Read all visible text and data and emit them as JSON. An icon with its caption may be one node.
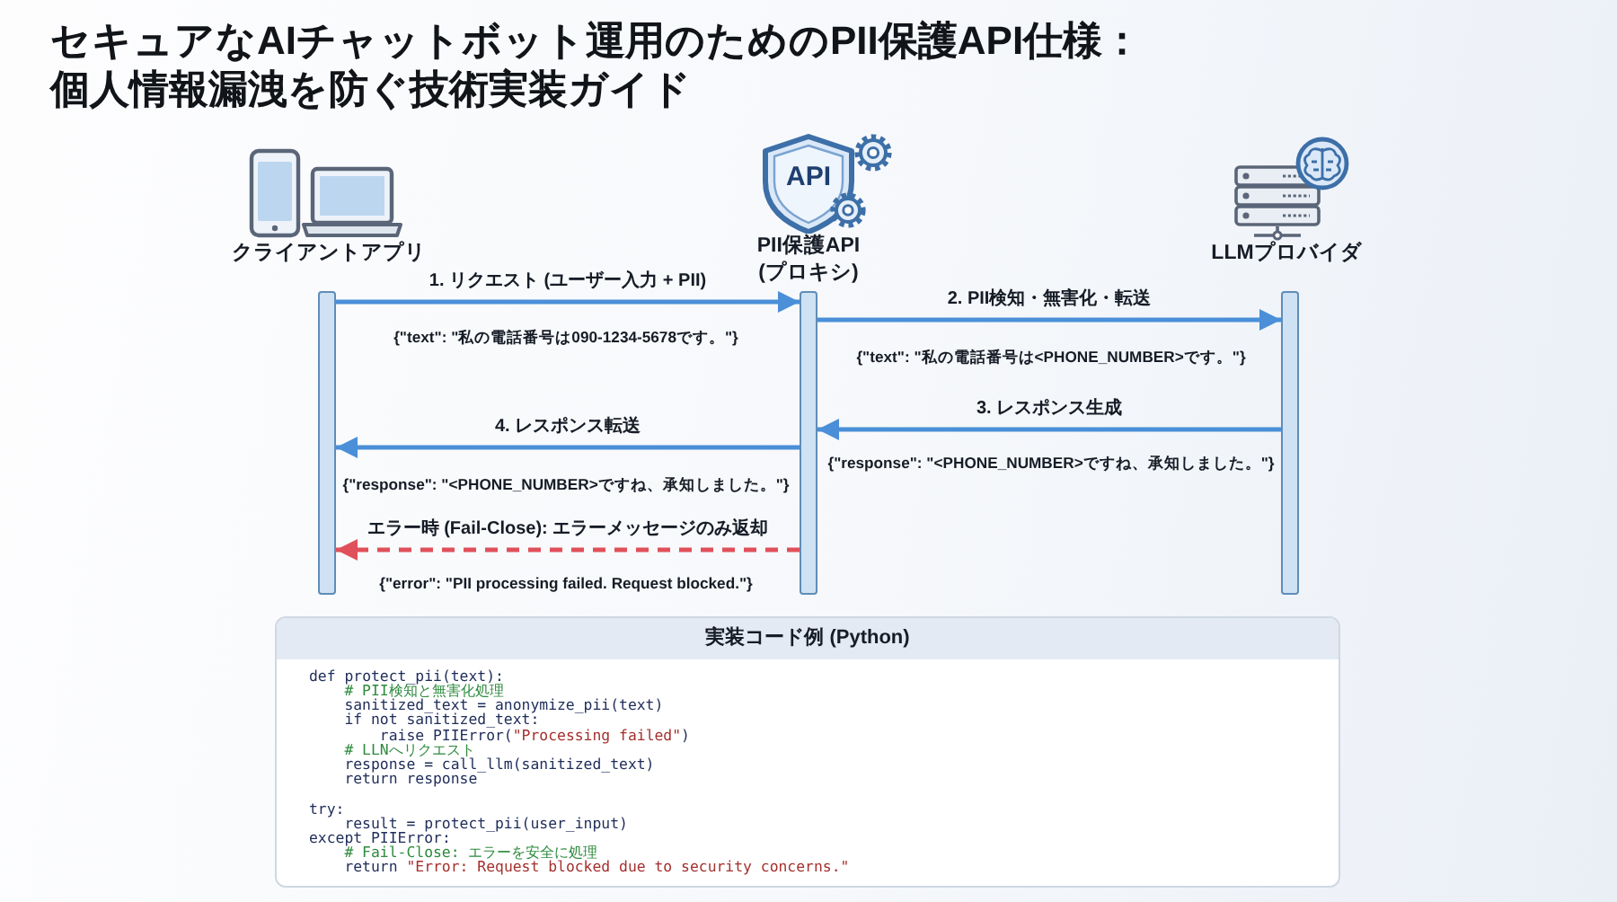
{
  "diagram": {
    "title": "セキュアなAIチャットボット運用のためのPII保護API仕様：個人情報漏洩を防ぐ技術実装ガイド",
    "nodes": [
      {
        "text": [
          "クライアントアプリ"
        ]
      },
      {
        "text": [
          "API",
          "PII保護API (プロキシ)"
        ]
      },
      {
        "text": [
          "LLMプロバイダ"
        ]
      },
      {
        "text": [],
        "shape": "bar"
      },
      {
        "text": [],
        "shape": "bar"
      },
      {
        "text": [],
        "shape": "bar"
      },
      {
        "text": [
          "実装コード例 (Python)",
          "def protect_pii(text):",
          "# PII検知と無害化処理",
          "sanitized_text = anonymize_pii(text)",
          "if not sanitized_text:",
          "raise PIIError(\"Processing failed\")",
          "# LLNへリクエスト",
          "response = call_llm(sanitized_text)",
          "return response",
          "try:",
          "result = protect_pii(user_input)",
          "except PIIError:",
          "# Fail-Close: エラーを安全に処理",
          "return \"Error: Request blocked due to security concerns.\""
        ]
      }
    ],
    "edges": [
      {
        "from": 3,
        "to": 4,
        "arrow": "to",
        "label": "1. リクエスト (ユーザー入力 + PII)"
      },
      {
        "from": 4,
        "to": 5,
        "arrow": "to",
        "label": "2. PII検知・無害化・転送"
      },
      {
        "from": 5,
        "to": 4,
        "arrow": "to",
        "label": "3. レスポンス生成"
      },
      {
        "from": 4,
        "to": 3,
        "arrow": "to",
        "label": "4. レスポンス転送"
      },
      {
        "from": 4,
        "to": 3,
        "arrow": "to",
        "label": "エラー時 (Fail-Close): エラーメッセージのみ返却",
        "style": "dashed",
        "color": "#e0505a"
      }
    ],
    "labels": [
      "{\"text\": \"私の電話番号は090-1234-5678です。\"}",
      "{\"text\": \"私の電話番号は<PHONE_NUMBER>です。\"}",
      "{\"response\": \"<PHONE_NUMBER>ですね、承知しました。\"}",
      "{\"response\": \"<PHONE_NUMBER>ですね、承知しました。\"}",
      "{\"error\": \"PII processing failed. Request blocked.\"}"
    ]
  }
}
